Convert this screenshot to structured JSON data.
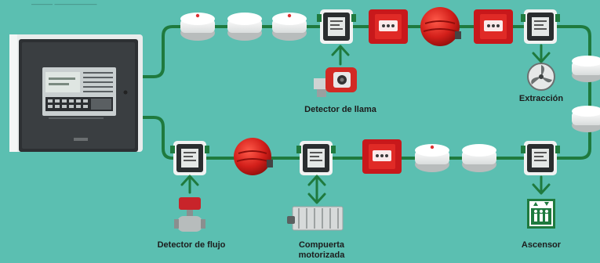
{
  "background_color": "#5bbfb1",
  "loop_color": "#1f7a3e",
  "arrow_color": "#1f7a3e",
  "devices": {
    "flame_detector": "Detector de llama",
    "extraction": "Extracción",
    "flow_detector": "Detector de flujo",
    "motorized_damper": {
      "line1": "Compuerta",
      "line2": "motorizada"
    },
    "elevator": "Ascensor"
  },
  "icons": [
    "fire-panel-icon",
    "smoke-detector-icon",
    "io-module-icon",
    "manual-call-point-icon",
    "siren-icon",
    "flame-detector-icon",
    "fan-icon",
    "flow-switch-icon",
    "damper-icon",
    "elevator-icon"
  ]
}
